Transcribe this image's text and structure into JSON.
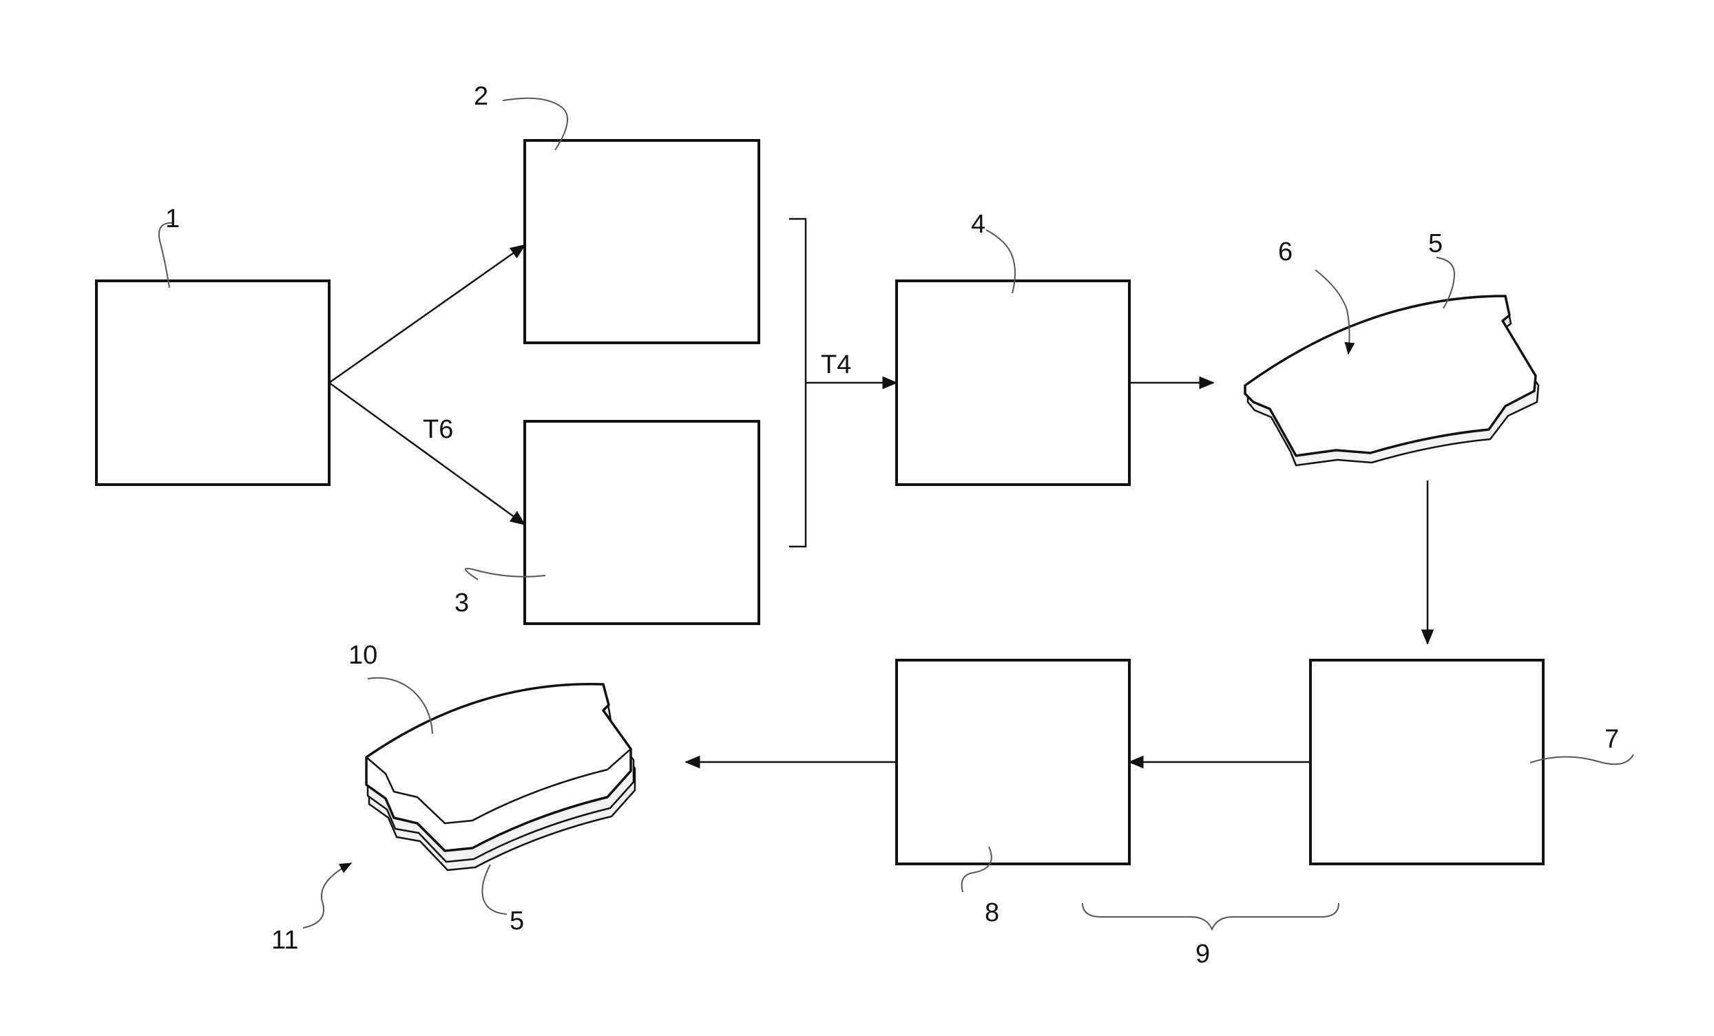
{
  "labels": {
    "n1": "1",
    "n2": "2",
    "n3": "3",
    "n4": "4",
    "n5a": "5",
    "n5b": "5",
    "n6": "6",
    "n7": "7",
    "n8": "8",
    "n9": "9",
    "n10": "10",
    "n11": "11",
    "t4": "T4",
    "t6": "T6"
  }
}
